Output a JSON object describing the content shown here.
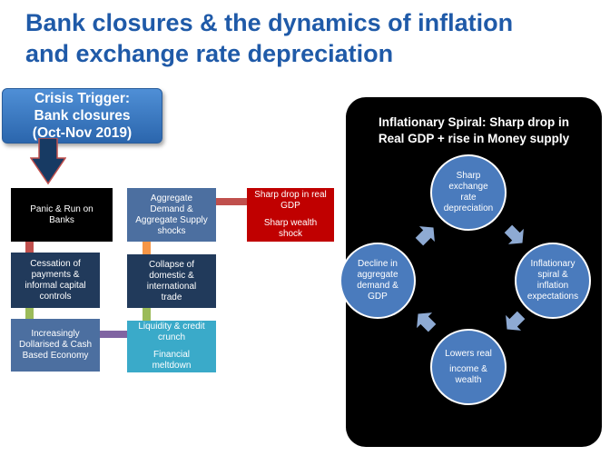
{
  "title": {
    "line1": "Bank closures & the dynamics of inflation",
    "line2": "and exchange rate depreciation"
  },
  "trigger": {
    "line1": "Crisis Trigger:",
    "line2": "Bank closures",
    "line3": "(Oct-Nov 2019)"
  },
  "flow": {
    "panic": {
      "line1": "Panic & Run on",
      "line2": "Banks"
    },
    "cessation": {
      "line1": "Cessation of",
      "line2": "payments &",
      "line3": "informal capital",
      "line4": "controls"
    },
    "dollarised": {
      "line1": "Increasingly",
      "line2": "Dollarised & Cash",
      "line3": "Based Economy"
    },
    "liquidity": {
      "line1": "Liquidity & credit",
      "line2": "crunch",
      "line3": "Financial",
      "line4": "meltdown"
    },
    "collapse": {
      "line1": "Collapse of",
      "line2": "domestic &",
      "line3": "international",
      "line4": "trade"
    },
    "aggregate": {
      "line1": "Aggregate",
      "line2": "Demand &",
      "line3": "Aggregate Supply",
      "line4": "shocks"
    },
    "gdp_drop": {
      "line1": "Sharp drop in real",
      "line2": "GDP",
      "line3": "Sharp wealth",
      "line4": "shock"
    }
  },
  "spiral": {
    "title_line1": "Inflationary Spiral: Sharp drop in",
    "title_line2": "Real GDP + rise in Money supply",
    "nodes": {
      "top": {
        "line1": "Sharp",
        "line2": "exchange",
        "line3": "rate",
        "line4": "depreciation"
      },
      "right": {
        "line1": "Inflationary",
        "line2": "spiral &",
        "line3": "inflation",
        "line4": "expectations"
      },
      "bottom": {
        "line1": "Lowers real",
        "line2": "income &",
        "line3": "wealth"
      },
      "left": {
        "line1": "Decline  in",
        "line2": "aggregate",
        "line3": "demand &",
        "line4": "GDP"
      }
    }
  },
  "colors": {
    "title": "#1f5aa8",
    "trigger": "#3a78c2",
    "black_box": "#000000",
    "navy_box": "#213a5b",
    "steel_box": "#4c6fa0",
    "teal_box": "#3aaac9",
    "red_box": "#c00000",
    "arrow": "#173a63",
    "connector_red": "#c0504d",
    "connector_green": "#9bbb59",
    "connector_purple": "#8064a2",
    "connector_orange": "#f79646",
    "circle": "#4a7bbd",
    "cycle_arrow": "#8eaad3"
  }
}
